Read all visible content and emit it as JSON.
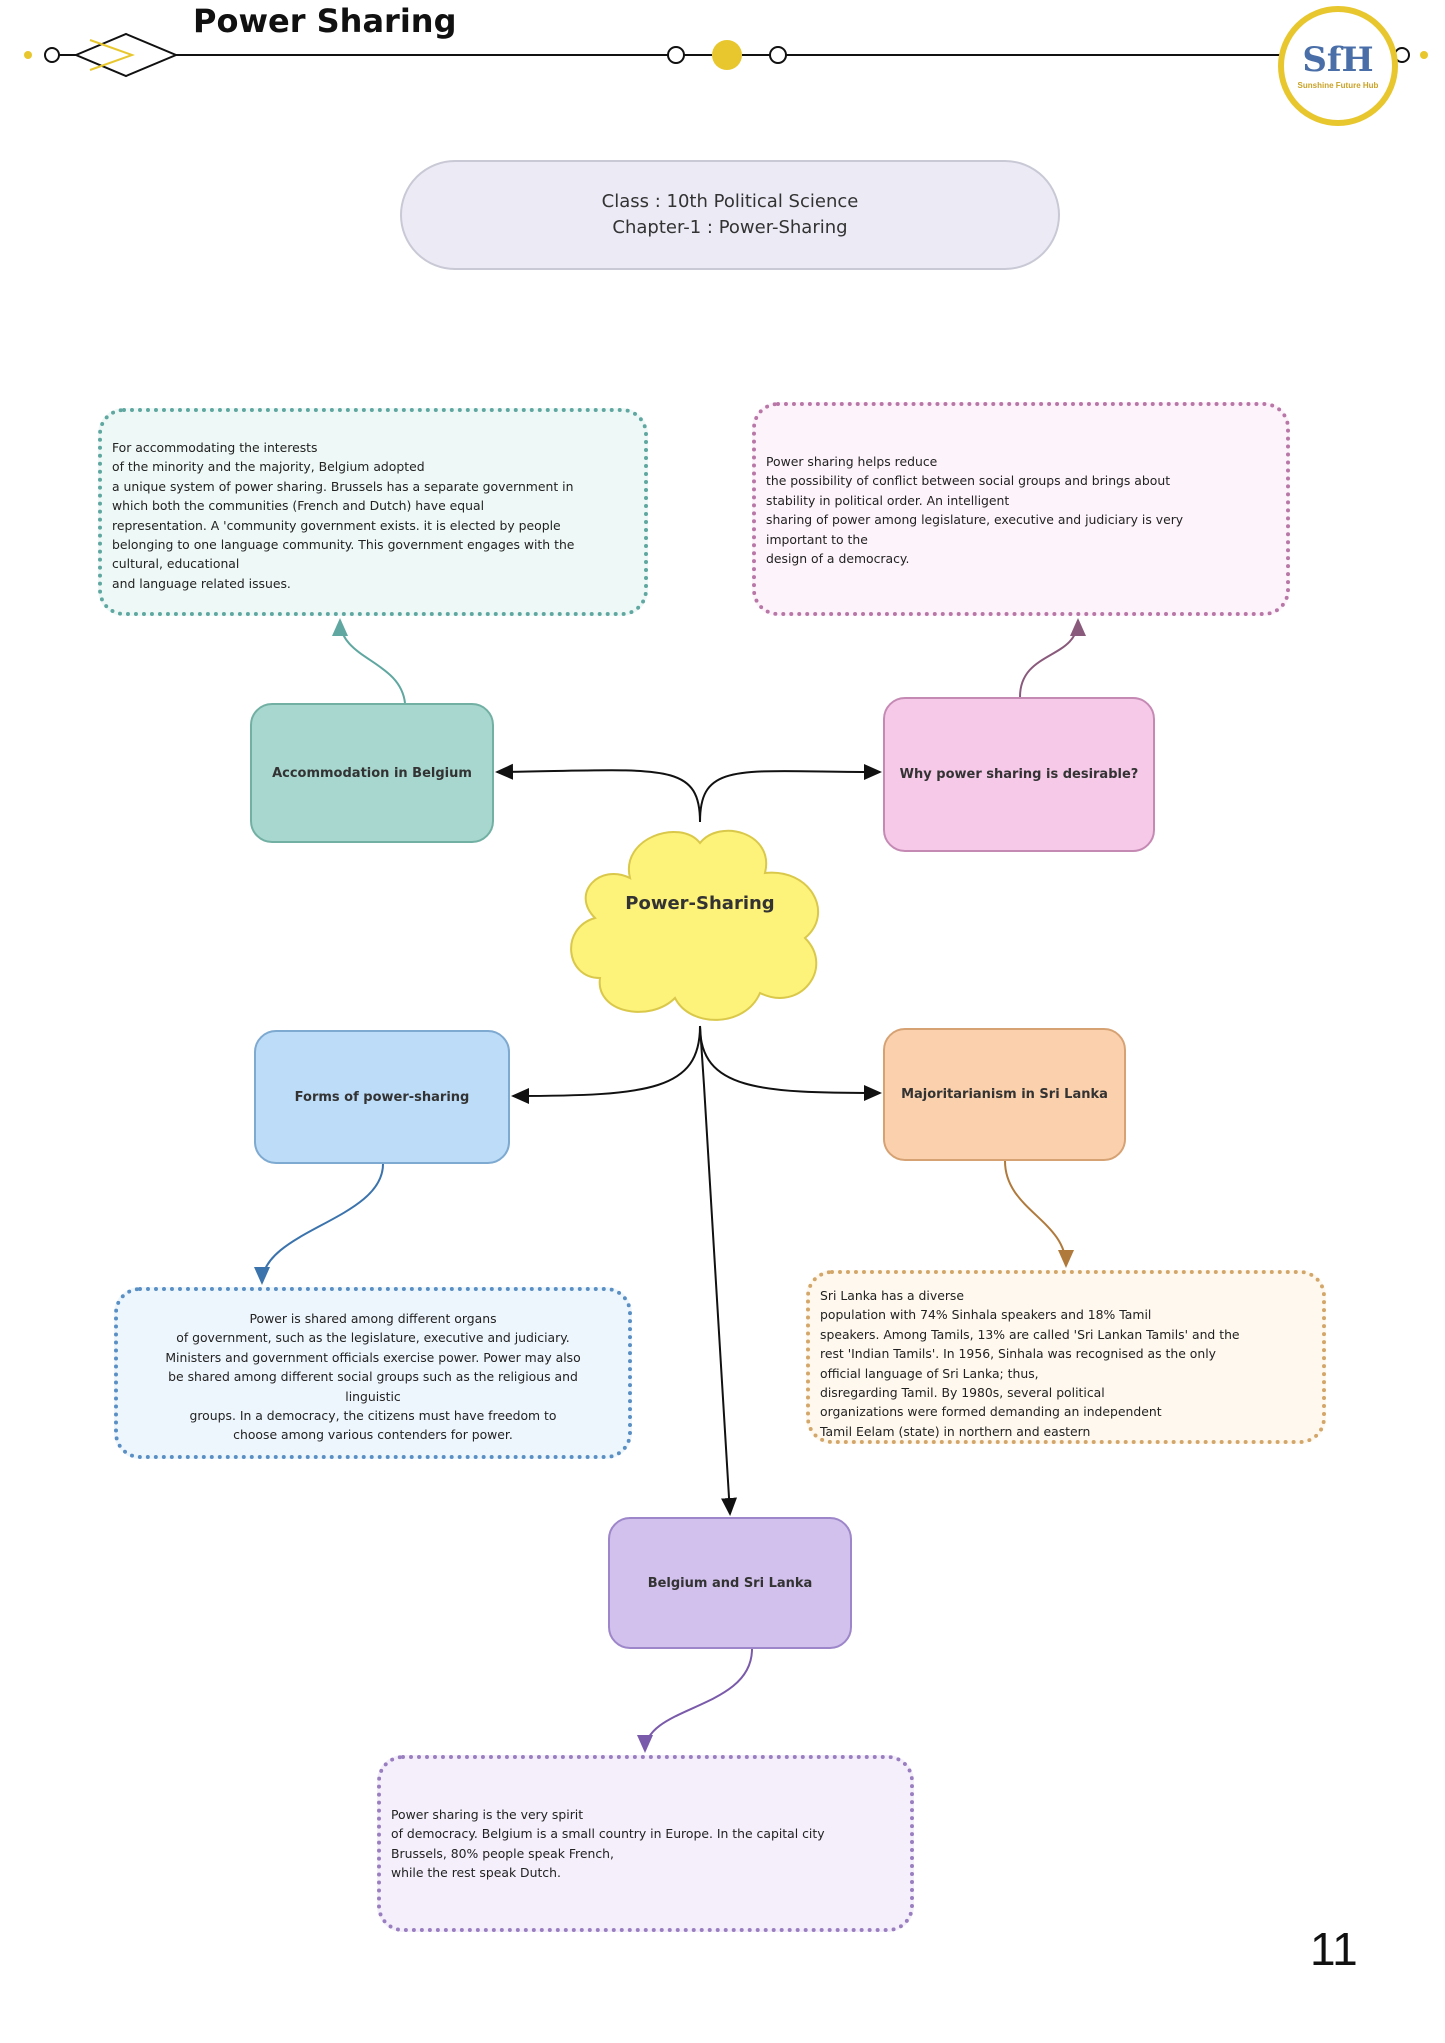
{
  "header": {
    "title": "Power Sharing",
    "logo_mark": "SfH",
    "logo_text": "Sunshine Future Hub",
    "accent_color": "#e8c72e"
  },
  "title_pill": {
    "line1": "Class : 10th Political Science",
    "line2": "Chapter-1 : Power-Sharing"
  },
  "center": {
    "label": "Power-Sharing",
    "color": "#fdf27a"
  },
  "topics": {
    "belgium": {
      "label": "Accommodation in Belgium"
    },
    "desirable": {
      "label": "Why power sharing is desirable?"
    },
    "forms": {
      "label": "Forms of power-sharing"
    },
    "major": {
      "label": "Majoritarianism in Sri Lanka"
    },
    "bs": {
      "label": "Belgium and Sri Lanka"
    }
  },
  "details": {
    "belgium": [
      "For accommodating the interests",
      "of the minority and the majority, Belgium adopted",
      "a unique system of power sharing. Brussels has a separate government in",
      "which both the communities (French and Dutch) have equal",
      "representation. A 'community government exists. it is elected by people",
      "belonging to one language community. This government engages with the",
      "cultural, educational",
      "and language related issues."
    ],
    "desirable": [
      "Power sharing helps reduce",
      "the possibility of conflict between social groups and brings about",
      "stability in political order. An intelligent",
      "sharing of power among legislature, executive and judiciary is very",
      "important to the",
      "design of a democracy."
    ],
    "forms": [
      "Power is shared among different organs",
      "of government, such as the legislature, executive and judiciary.",
      "Ministers and government officials exercise power. Power may also",
      "be shared among different social groups such as the religious and",
      "linguistic",
      "groups.  In a democracy, the citizens must have freedom to",
      "choose among various contenders for power."
    ],
    "major": [
      "Sri Lanka has a diverse",
      "population with 74% Sinhala speakers and 18% Tamil",
      "speakers. Among Tamils, 13% are called 'Sri Lankan Tamils' and the",
      "rest 'Indian Tamils'. In 1956, Sinhala was recognised as the only",
      "official language of Sri Lanka; thus,",
      "disregarding Tamil. By 1980s, several political",
      "organizations were formed demanding an independent",
      "Tamil Eelam (state) in northern and eastern"
    ],
    "bs": [
      "Power sharing is the very spirit",
      "of democracy. Belgium is a small country in Europe. In the capital city",
      "Brussels, 80% people speak French,",
      "while the rest speak Dutch."
    ]
  },
  "page_number": "11"
}
